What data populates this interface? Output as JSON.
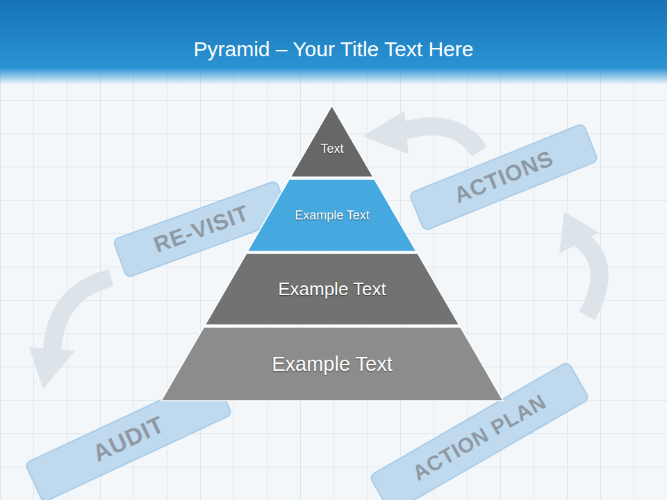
{
  "diagram": {
    "title": "Pyramid – Your Title Text Here",
    "nodes": [
      {
        "text": [
          "Text"
        ]
      },
      {
        "text": [
          "Example Text"
        ]
      },
      {
        "text": [
          "Example Text"
        ]
      },
      {
        "text": [
          "Example Text"
        ]
      }
    ],
    "labels": [
      "RE-VISIT",
      "ACTIONS",
      "AUDIT",
      "ACTION PLAN"
    ]
  }
}
